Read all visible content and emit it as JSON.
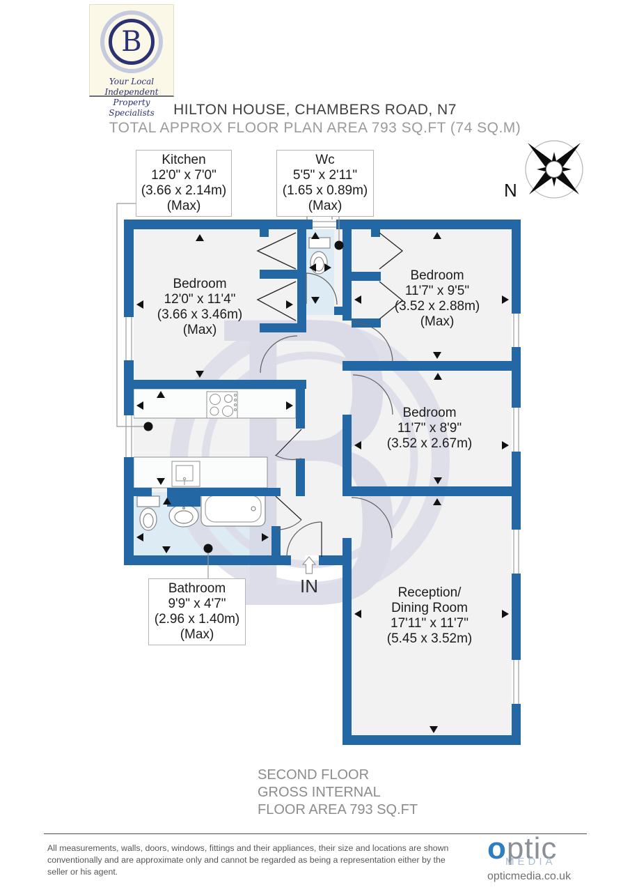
{
  "brand": {
    "letter": "B",
    "tagline_line1": "Your Local Independent",
    "tagline_line2": "Property Specialists"
  },
  "header": {
    "title": "HILTON HOUSE, CHAMBERS ROAD, N7",
    "subtitle": "TOTAL APPROX FLOOR PLAN AREA 793 SQ.FT (74 SQ.M)"
  },
  "compass": {
    "north_label": "N"
  },
  "rooms": {
    "kitchen": {
      "name": "Kitchen",
      "dims_ft": "12'0\" x 7'0\"",
      "dims_m": "(3.66 x 2.14m)",
      "max": "(Max)"
    },
    "wc": {
      "name": "Wc",
      "dims_ft": "5'5\" x 2'11\"",
      "dims_m": "(1.65 x 0.89m)",
      "max": "(Max)"
    },
    "bedroom1": {
      "name": "Bedroom",
      "dims_ft": "12'0\" x 11'4\"",
      "dims_m": "(3.66 x 3.46m)",
      "max": "(Max)"
    },
    "bedroom2": {
      "name": "Bedroom",
      "dims_ft": "11'7\" x 9'5\"",
      "dims_m": "(3.52 x 2.88m)",
      "max": "(Max)"
    },
    "bedroom3": {
      "name": "Bedroom",
      "dims_ft": "11'7\" x 8'9\"",
      "dims_m": "(3.52 x 2.67m)"
    },
    "bathroom": {
      "name": "Bathroom",
      "dims_ft": "9'9\" x 4'7\"",
      "dims_m": "(2.96 x 1.40m)",
      "max": "(Max)"
    },
    "reception": {
      "name_line1": "Reception/",
      "name_line2": "Dining Room",
      "dims_ft": "17'11\" x 11'7\"",
      "dims_m": "(5.45 x 3.52m)"
    }
  },
  "entrance": {
    "label": "IN"
  },
  "floor_summary": {
    "line1": "SECOND FLOOR",
    "line2": "GROSS INTERNAL",
    "line3": "FLOOR AREA 793 SQ.FT"
  },
  "footer": {
    "disclaimer": "All measurements, walls, doors, windows, fittings and their appliances, their size and locations are shown conventionally and are approximate only and cannot be regarded as being a representation either by the seller or his agent.",
    "logo_o": "o",
    "logo_rest": "ptic",
    "logo_media": "MEDIA",
    "website": "opticmedia.co.uk"
  },
  "colors": {
    "wall_blue": "#2368a4",
    "floor_grey": "#f1f2f1",
    "wet_floor_blue": "#ddecf4",
    "watermark_lavender": "#dbdce7",
    "brand_navy": "#2b3173",
    "optic_blue": "#2e7ec0"
  }
}
